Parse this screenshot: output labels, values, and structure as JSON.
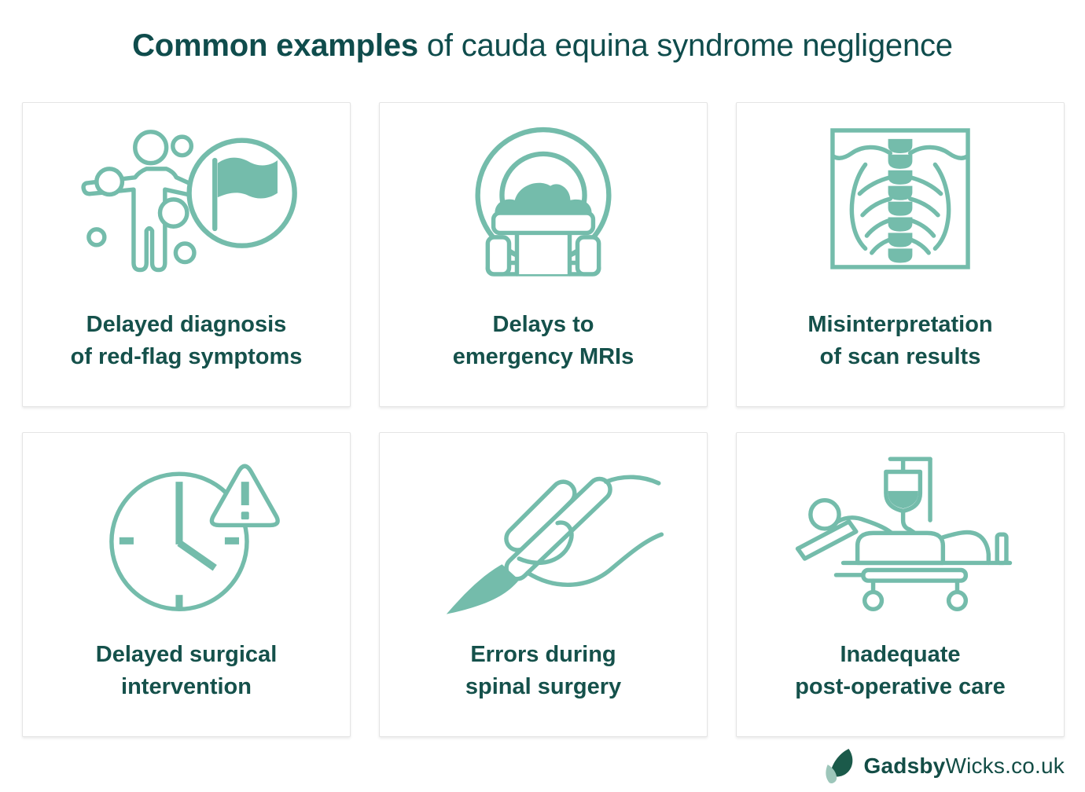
{
  "title": {
    "bold": "Common examples",
    "rest": " of cauda equina syndrome negligence"
  },
  "cards": [
    {
      "icon": "red-flag-symptoms-icon",
      "lines": [
        "Delayed diagnosis",
        "of red-flag symptoms"
      ]
    },
    {
      "icon": "mri-scanner-icon",
      "lines": [
        "Delays to",
        "emergency MRIs"
      ]
    },
    {
      "icon": "xray-scan-icon",
      "lines": [
        "Misinterpretation",
        "of scan results"
      ]
    },
    {
      "icon": "clock-warning-icon",
      "lines": [
        "Delayed surgical",
        "intervention"
      ]
    },
    {
      "icon": "scalpel-hand-icon",
      "lines": [
        "Errors during",
        "spinal surgery"
      ]
    },
    {
      "icon": "hospital-bed-icon",
      "lines": [
        "Inadequate",
        "post-operative care"
      ]
    }
  ],
  "footer": {
    "leaf_icon": "leaf-logo-icon",
    "logo_bold": "Gadsby",
    "logo_rest": "Wicks.co.uk"
  },
  "colors": {
    "icon_green": "#74bcab",
    "title_teal": "#0f4c4c",
    "card_text_teal": "#15514b",
    "logo_dark_leaf": "#1b5a4a",
    "logo_light_leaf": "#9dc6ba"
  }
}
